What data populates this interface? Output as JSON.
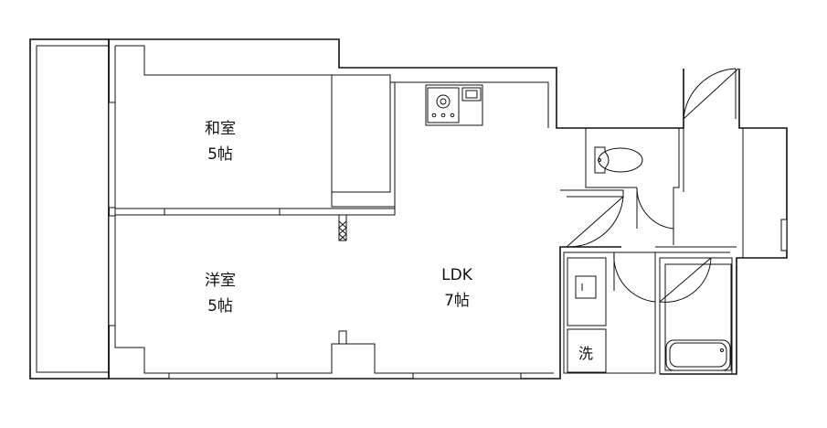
{
  "rooms": {
    "washitsu": {
      "name": "和室",
      "size": "5帖"
    },
    "youshitsu": {
      "name": "洋室",
      "size": "5帖"
    },
    "ldk": {
      "name": "LDK",
      "size": "7帖"
    }
  },
  "fixtures": {
    "washer": {
      "label": "洗"
    }
  }
}
